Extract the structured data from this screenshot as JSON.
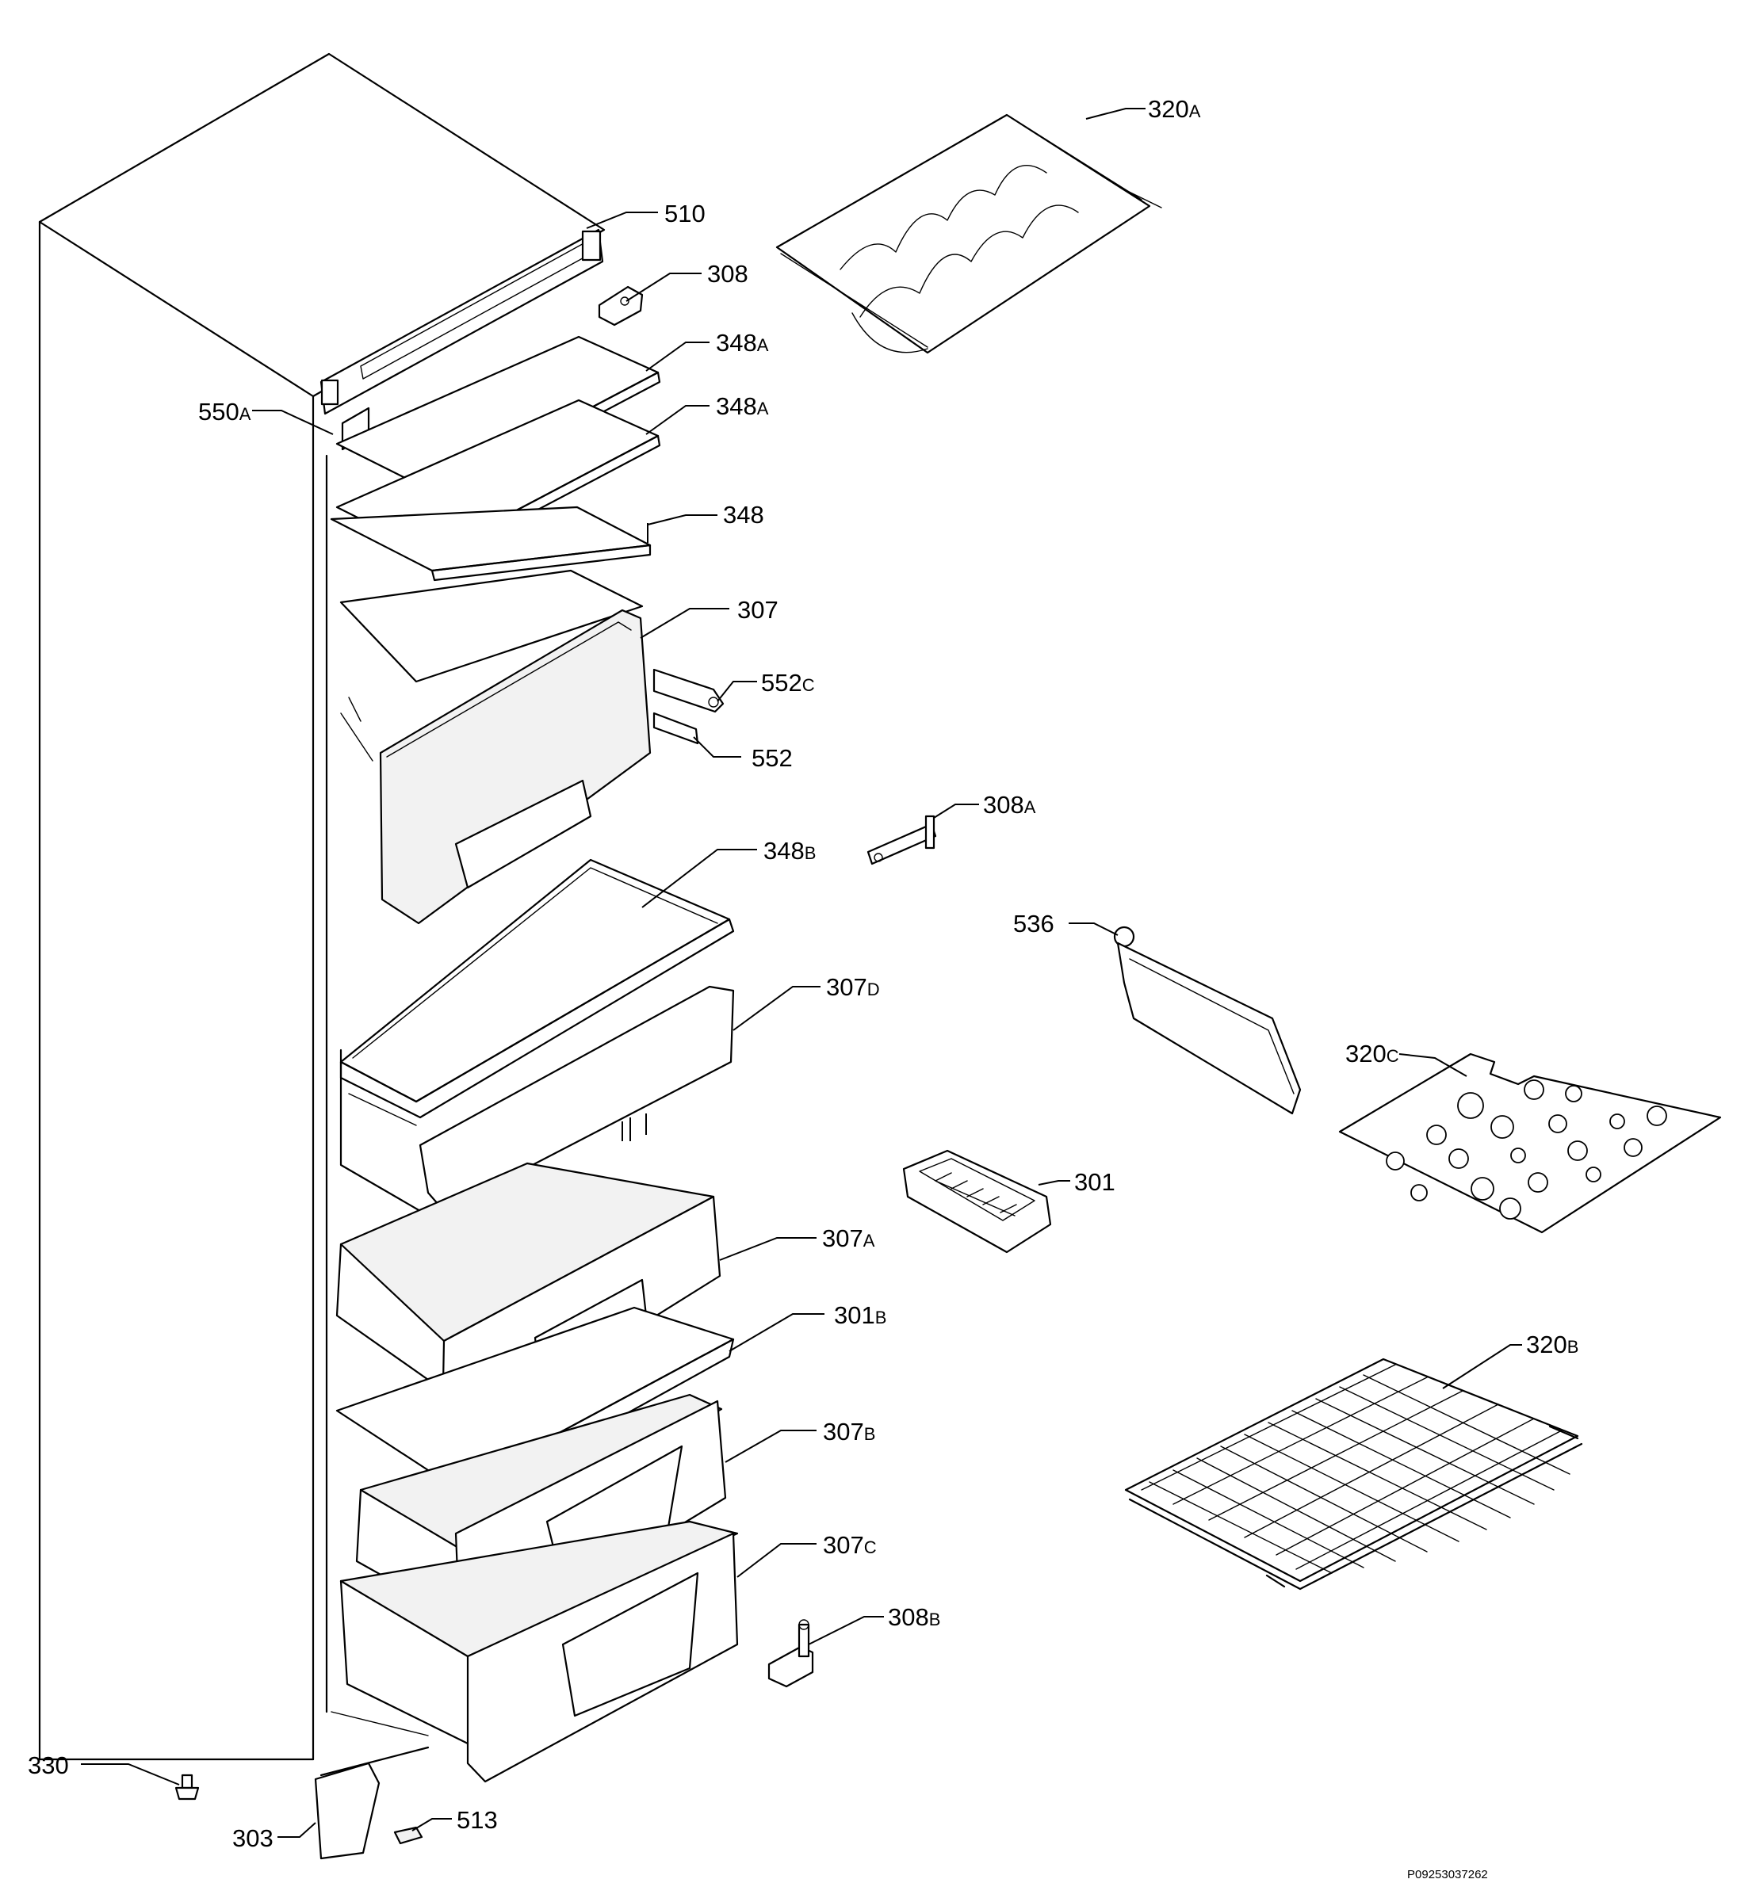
{
  "labels": [
    {
      "id": "510",
      "num": "510",
      "suffix": ""
    },
    {
      "id": "308",
      "num": "308",
      "suffix": ""
    },
    {
      "id": "348A1",
      "num": "348",
      "suffix": "A"
    },
    {
      "id": "348A2",
      "num": "348",
      "suffix": "A"
    },
    {
      "id": "550A",
      "num": "550",
      "suffix": "A"
    },
    {
      "id": "348",
      "num": "348",
      "suffix": ""
    },
    {
      "id": "307",
      "num": "307",
      "suffix": ""
    },
    {
      "id": "552C",
      "num": "552",
      "suffix": "C"
    },
    {
      "id": "552",
      "num": "552",
      "suffix": ""
    },
    {
      "id": "348B",
      "num": "348",
      "suffix": "B"
    },
    {
      "id": "307D",
      "num": "307",
      "suffix": "D"
    },
    {
      "id": "307A",
      "num": "307",
      "suffix": "A"
    },
    {
      "id": "301B",
      "num": "301",
      "suffix": "B"
    },
    {
      "id": "307B",
      "num": "307",
      "suffix": "B"
    },
    {
      "id": "307C",
      "num": "307",
      "suffix": "C"
    },
    {
      "id": "330",
      "num": "330",
      "suffix": ""
    },
    {
      "id": "303",
      "num": "303",
      "suffix": ""
    },
    {
      "id": "513",
      "num": "513",
      "suffix": ""
    },
    {
      "id": "320A",
      "num": "320",
      "suffix": "A"
    },
    {
      "id": "308A",
      "num": "308",
      "suffix": "A"
    },
    {
      "id": "536",
      "num": "536",
      "suffix": ""
    },
    {
      "id": "320C",
      "num": "320",
      "suffix": "C"
    },
    {
      "id": "301",
      "num": "301",
      "suffix": ""
    },
    {
      "id": "320B",
      "num": "320",
      "suffix": "B"
    },
    {
      "id": "308B",
      "num": "308",
      "suffix": "B"
    }
  ],
  "drawing_code": "P09253037262"
}
